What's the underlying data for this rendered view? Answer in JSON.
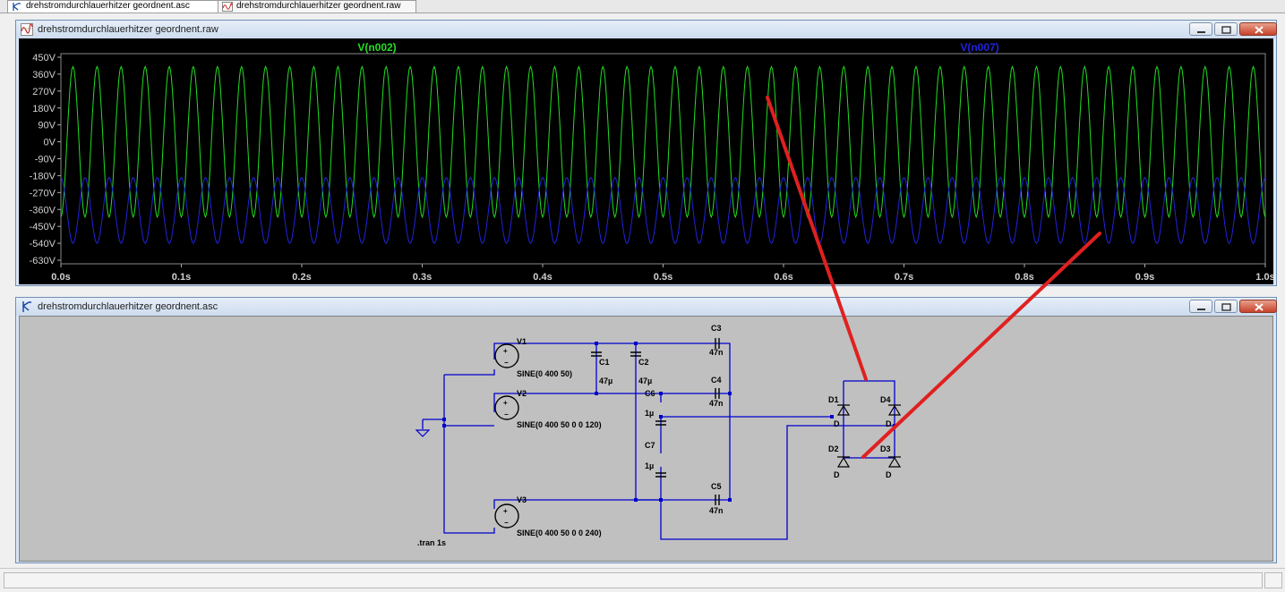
{
  "tabs": [
    {
      "label": "drehstromdurchlauerhitzer geordnent.asc",
      "icon": "schematic-icon"
    },
    {
      "label": "drehstromdurchlauerhitzer geordnent.raw",
      "icon": "waveform-icon"
    }
  ],
  "waveform_window": {
    "title": "drehstromdurchlauerhitzer geordnent.raw",
    "icon": "waveform-icon"
  },
  "schematic_window": {
    "title": "drehstromdurchlauerhitzer geordnent.asc",
    "icon": "schematic-icon",
    "sources": [
      {
        "name": "V1",
        "value": "SINE(0 400 50)"
      },
      {
        "name": "V2",
        "value": "SINE(0 400 50 0 0 120)"
      },
      {
        "name": "V3",
        "value": "SINE(0 400 50 0 0 240)"
      }
    ],
    "capacitors": [
      {
        "name": "C1",
        "value": "47µ"
      },
      {
        "name": "C2",
        "value": "47µ"
      },
      {
        "name": "C3",
        "value": "47n"
      },
      {
        "name": "C4",
        "value": "47n"
      },
      {
        "name": "C5",
        "value": "47n"
      },
      {
        "name": "C6",
        "value": "1µ"
      },
      {
        "name": "C7",
        "value": "1µ"
      }
    ],
    "diodes": [
      {
        "name": "D1",
        "model": "D"
      },
      {
        "name": "D2",
        "model": "D"
      },
      {
        "name": "D3",
        "model": "D"
      },
      {
        "name": "D4",
        "model": "D"
      }
    ],
    "directive": ".tran 1s"
  },
  "chart_data": {
    "type": "line",
    "xlabel": "",
    "ylabel": "",
    "x_ticks": [
      "0.0s",
      "0.1s",
      "0.2s",
      "0.3s",
      "0.4s",
      "0.5s",
      "0.6s",
      "0.7s",
      "0.8s",
      "0.9s",
      "1.0s"
    ],
    "y_ticks": [
      "450V",
      "360V",
      "270V",
      "180V",
      "90V",
      "0V",
      "-90V",
      "-180V",
      "-270V",
      "-360V",
      "-450V",
      "-540V",
      "-630V"
    ],
    "xlim": [
      0,
      1.0
    ],
    "ylim": [
      -630,
      450
    ],
    "grid": false,
    "series": [
      {
        "name": "V(n002)",
        "color": "#22dd22",
        "frequency_hz": 50,
        "max": 400,
        "min": -400,
        "samples_per_cycle": 10
      },
      {
        "name": "V(n007)",
        "color": "#2222dd",
        "frequency_hz": 50,
        "max": -190,
        "min": -540,
        "samples_per_cycle": 10
      }
    ]
  },
  "colors": {
    "annotation": "#e02020",
    "wire": "#0000cc",
    "background": "#c0c0c0"
  }
}
